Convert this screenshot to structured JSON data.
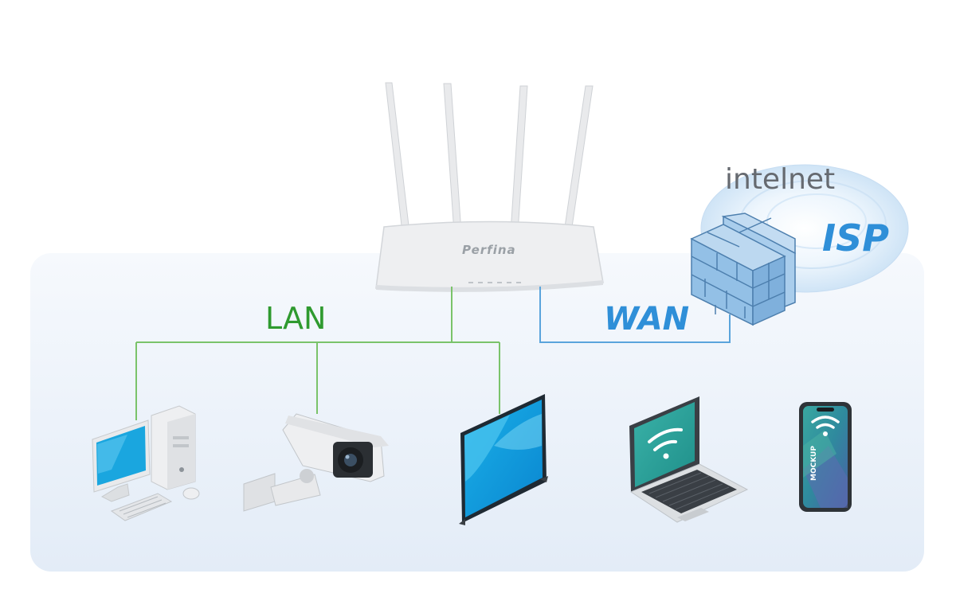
{
  "labels": {
    "lan": "LAN",
    "wan": "WAN",
    "internet": "intelnet",
    "isp": "ISP",
    "router_brand": "Perfina",
    "phone_text": "MOCKUP"
  },
  "colors": {
    "lan_line": "#7ac36a",
    "lan_text": "#2f9a2f",
    "wan_line": "#5aa4dc",
    "wan_text": "#2f8fd8",
    "internet_text": "#666a70",
    "isp_text": "#2f8fd8",
    "firewall": "#93c0e6",
    "panel_top": "#f6f9fd",
    "panel_bottom": "#e3ecf7"
  },
  "devices": [
    {
      "icon": "desktop-computer-icon"
    },
    {
      "icon": "security-camera-icon"
    },
    {
      "icon": "television-icon"
    },
    {
      "icon": "laptop-icon"
    },
    {
      "icon": "smartphone-icon"
    }
  ]
}
